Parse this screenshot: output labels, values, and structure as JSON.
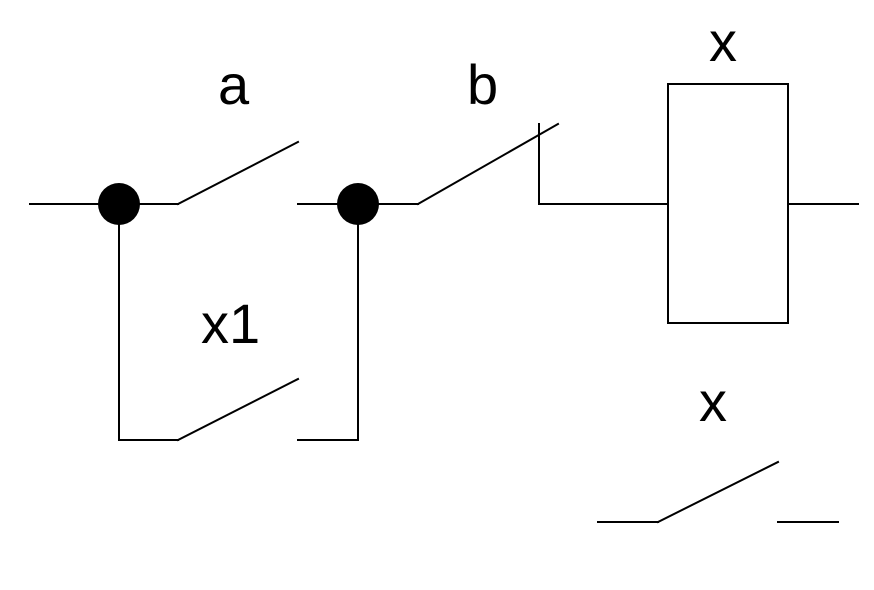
{
  "labels": {
    "contact_a": "a",
    "contact_b": "b",
    "coil_x": "x",
    "contact_x1": "x1",
    "contact_x": "x"
  },
  "colors": {
    "line": "#000000",
    "background": "#ffffff"
  }
}
